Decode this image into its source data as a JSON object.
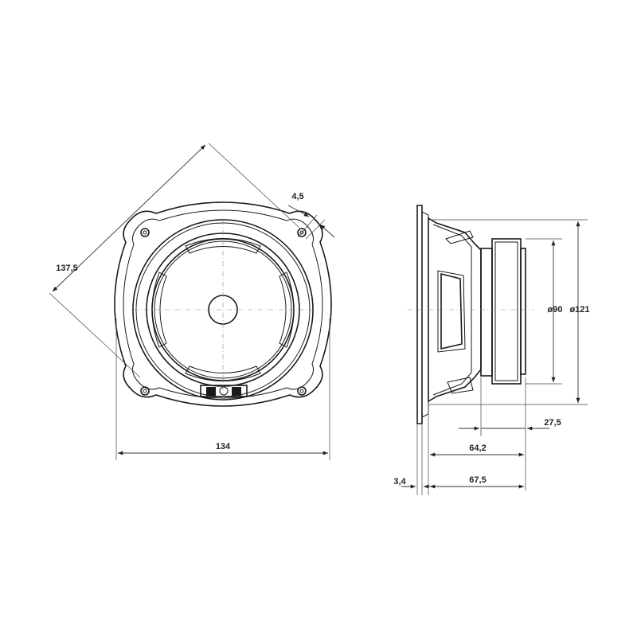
{
  "dimensions": {
    "diagonal": "137,5",
    "hole": "4,5",
    "width": "134",
    "magnet_diameter": "ø90",
    "frame_diameter": "ø121",
    "magnet_depth": "27,5",
    "basket_depth": "64,2",
    "flange": "3,4",
    "total_depth": "67,5"
  }
}
